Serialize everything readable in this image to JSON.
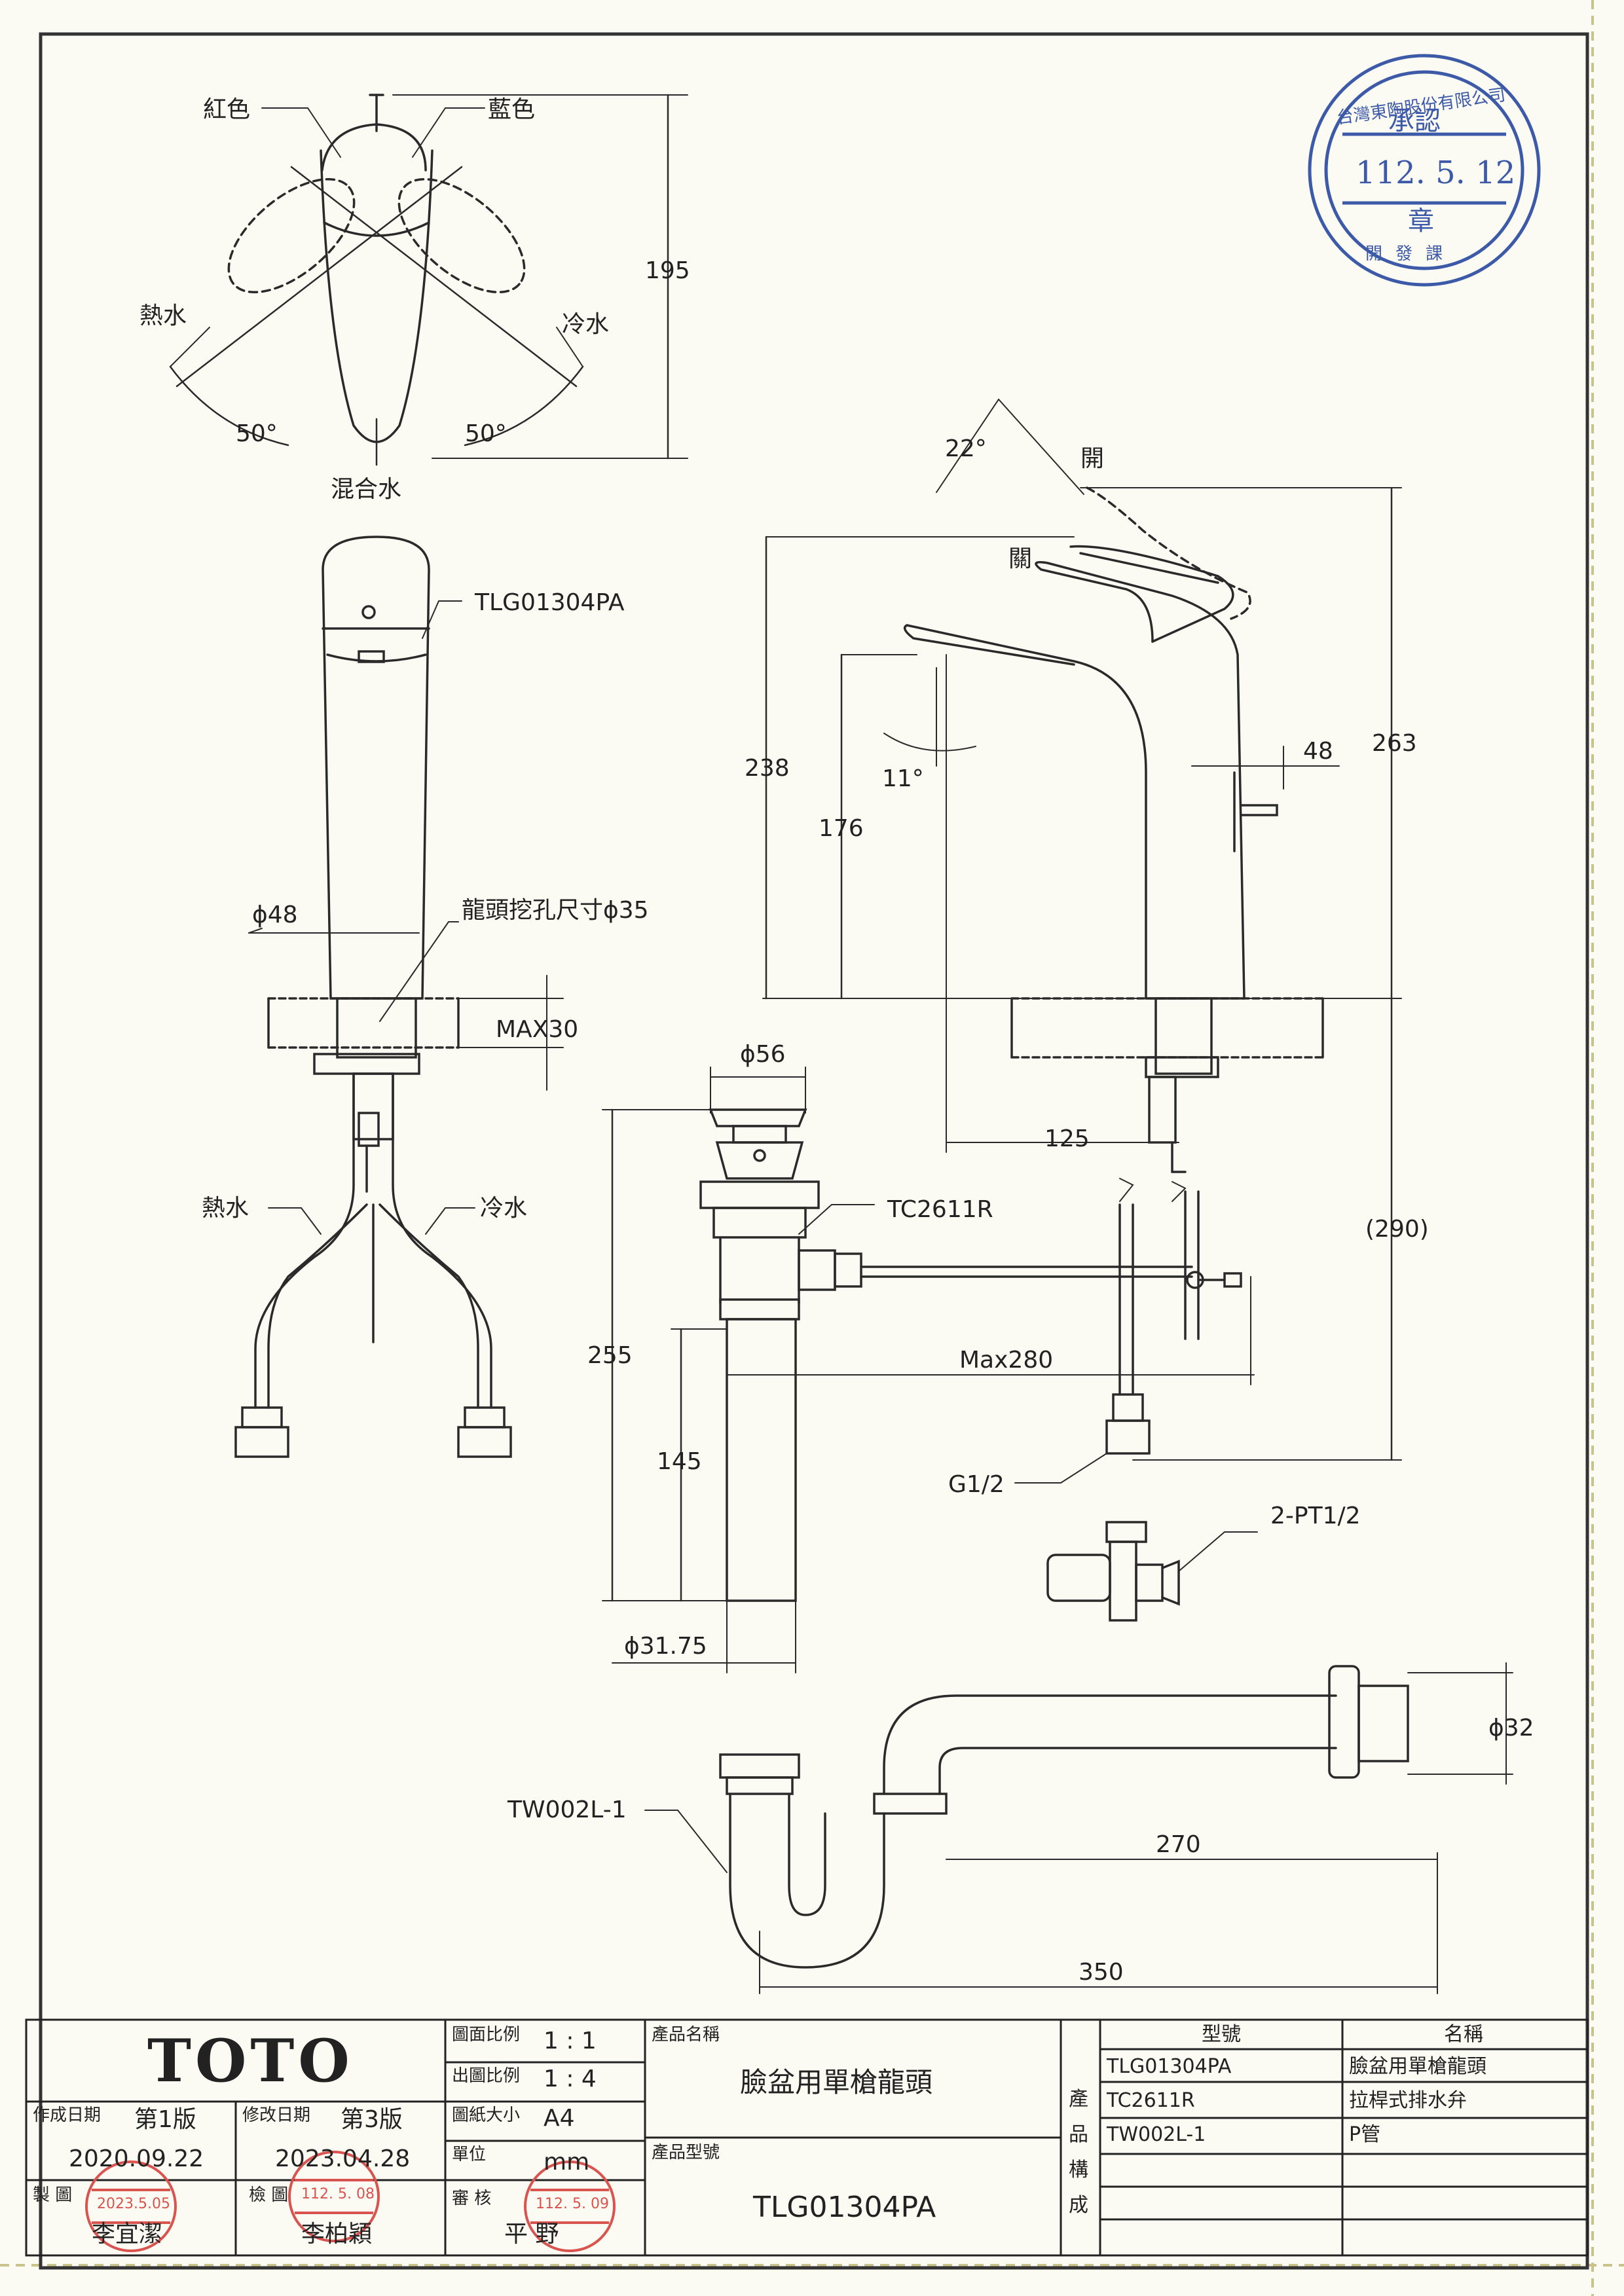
{
  "drawing": {
    "top_view": {
      "red": "紅色",
      "blue": "藍色",
      "hot": "熱水",
      "cold": "冷水",
      "mix": "混合水",
      "angle_left": "50°",
      "angle_right": "50°",
      "height": "195"
    },
    "front_view": {
      "model": "TLG01304PA",
      "dia": "ϕ48",
      "hole": "龍頭挖孔尺寸ϕ35",
      "max": "MAX30",
      "hot": "熱水",
      "cold": "冷水"
    },
    "side_view": {
      "open": "開",
      "close": "關",
      "lever_angle": "22°",
      "spout_angle": "11°",
      "h238": "238",
      "h176": "176",
      "h263": "263",
      "d48": "48",
      "reach": "125",
      "h290": "(290)"
    },
    "drain": {
      "dia56": "ϕ56",
      "model": "TC2611R",
      "max280": "Max280",
      "h255": "255",
      "h145": "145",
      "dia3175": "ϕ31.75",
      "g12": "G1/2",
      "pt12": "2-PT1/2"
    },
    "ptrap": {
      "model": "TW002L-1",
      "dia32": "ϕ32",
      "l270": "270",
      "l350": "350"
    }
  },
  "approval_stamp": {
    "org": "台灣東陶股份有限公司",
    "title": "承認",
    "date": "112. 5. 12",
    "seal": "章",
    "dept": "開發課"
  },
  "title_block": {
    "brand": "TOTO",
    "scale_draw_label": "圖面比例",
    "scale_draw_value": "1 : 1",
    "scale_out_label": "出圖比例",
    "scale_out_value": "1 : 4",
    "paper_label": "圖紙大小",
    "paper_value": "A4",
    "unit_label": "單位",
    "unit_value": "mm",
    "create_label": "作成日期",
    "create_ver": "第1版",
    "create_date": "2020.09.22",
    "modify_label": "修改日期",
    "modify_ver": "第3版",
    "modify_date": "2023.04.28",
    "make_label": "製 圖",
    "make_name": "李宜潔",
    "check_label": "檢 圖",
    "check_name": "李柏穎",
    "review_label": "審 核",
    "review_name": "平 野",
    "product_name_label": "產品名稱",
    "product_name": "臉盆用單槍龍頭",
    "product_model_label": "產品型號",
    "product_model": "TLG01304PA",
    "composition_label": "產品構成",
    "col_model": "型號",
    "col_name": "名稱",
    "components": [
      {
        "model": "TLG01304PA",
        "name": "臉盆用單槍龍頭"
      },
      {
        "model": "TC2611R",
        "name": "拉桿式排水弁"
      },
      {
        "model": "TW002L-1",
        "name": "P管"
      }
    ],
    "stamps": {
      "make_date": "2023.5.05",
      "check_date": "112. 5. 08",
      "review_date": "112. 5. 09"
    }
  },
  "colors": {
    "line": "#2a2a2a",
    "stamp_red": "#d9534f",
    "stamp_blue": "#3d5aa8",
    "paper": "#fbfbf3"
  }
}
